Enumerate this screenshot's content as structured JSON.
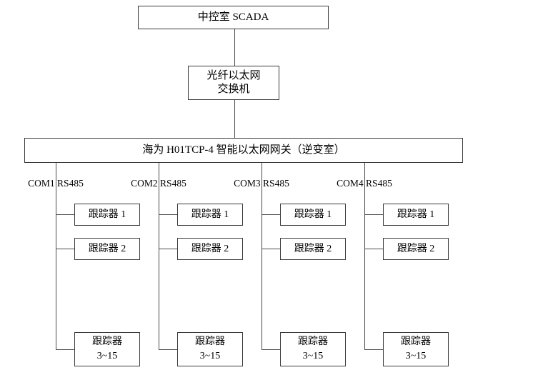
{
  "diagram": {
    "title_node": {
      "label": "中控室 SCADA"
    },
    "switch_node": {
      "line1": "光纤以太网",
      "line2": "交换机"
    },
    "gateway_node": {
      "label": "海为 H01TCP-4 智能以太网网关（逆变室）"
    },
    "columns": [
      {
        "port_label": "COM1 RS485",
        "trackers": [
          {
            "line1": "跟踪器 1",
            "line2": ""
          },
          {
            "line1": "跟踪器 2",
            "line2": ""
          },
          {
            "line1": "跟踪器",
            "line2": "3~15"
          }
        ]
      },
      {
        "port_label": "COM2 RS485",
        "trackers": [
          {
            "line1": "跟踪器 1",
            "line2": ""
          },
          {
            "line1": "跟踪器 2",
            "line2": ""
          },
          {
            "line1": "跟踪器",
            "line2": "3~15"
          }
        ]
      },
      {
        "port_label": "COM3 RS485",
        "trackers": [
          {
            "line1": "跟踪器 1",
            "line2": ""
          },
          {
            "line1": "跟踪器 2",
            "line2": ""
          },
          {
            "line1": "跟踪器",
            "line2": "3~15"
          }
        ]
      },
      {
        "port_label": "COM4 RS485",
        "trackers": [
          {
            "line1": "跟踪器 1",
            "line2": ""
          },
          {
            "line1": "跟踪器 2",
            "line2": ""
          },
          {
            "line1": "跟踪器",
            "line2": "3~15"
          }
        ]
      }
    ],
    "colors": {
      "stroke": "#3a3a3a",
      "line": "#4a4a4a",
      "text": "#000000",
      "background": "#ffffff"
    }
  }
}
